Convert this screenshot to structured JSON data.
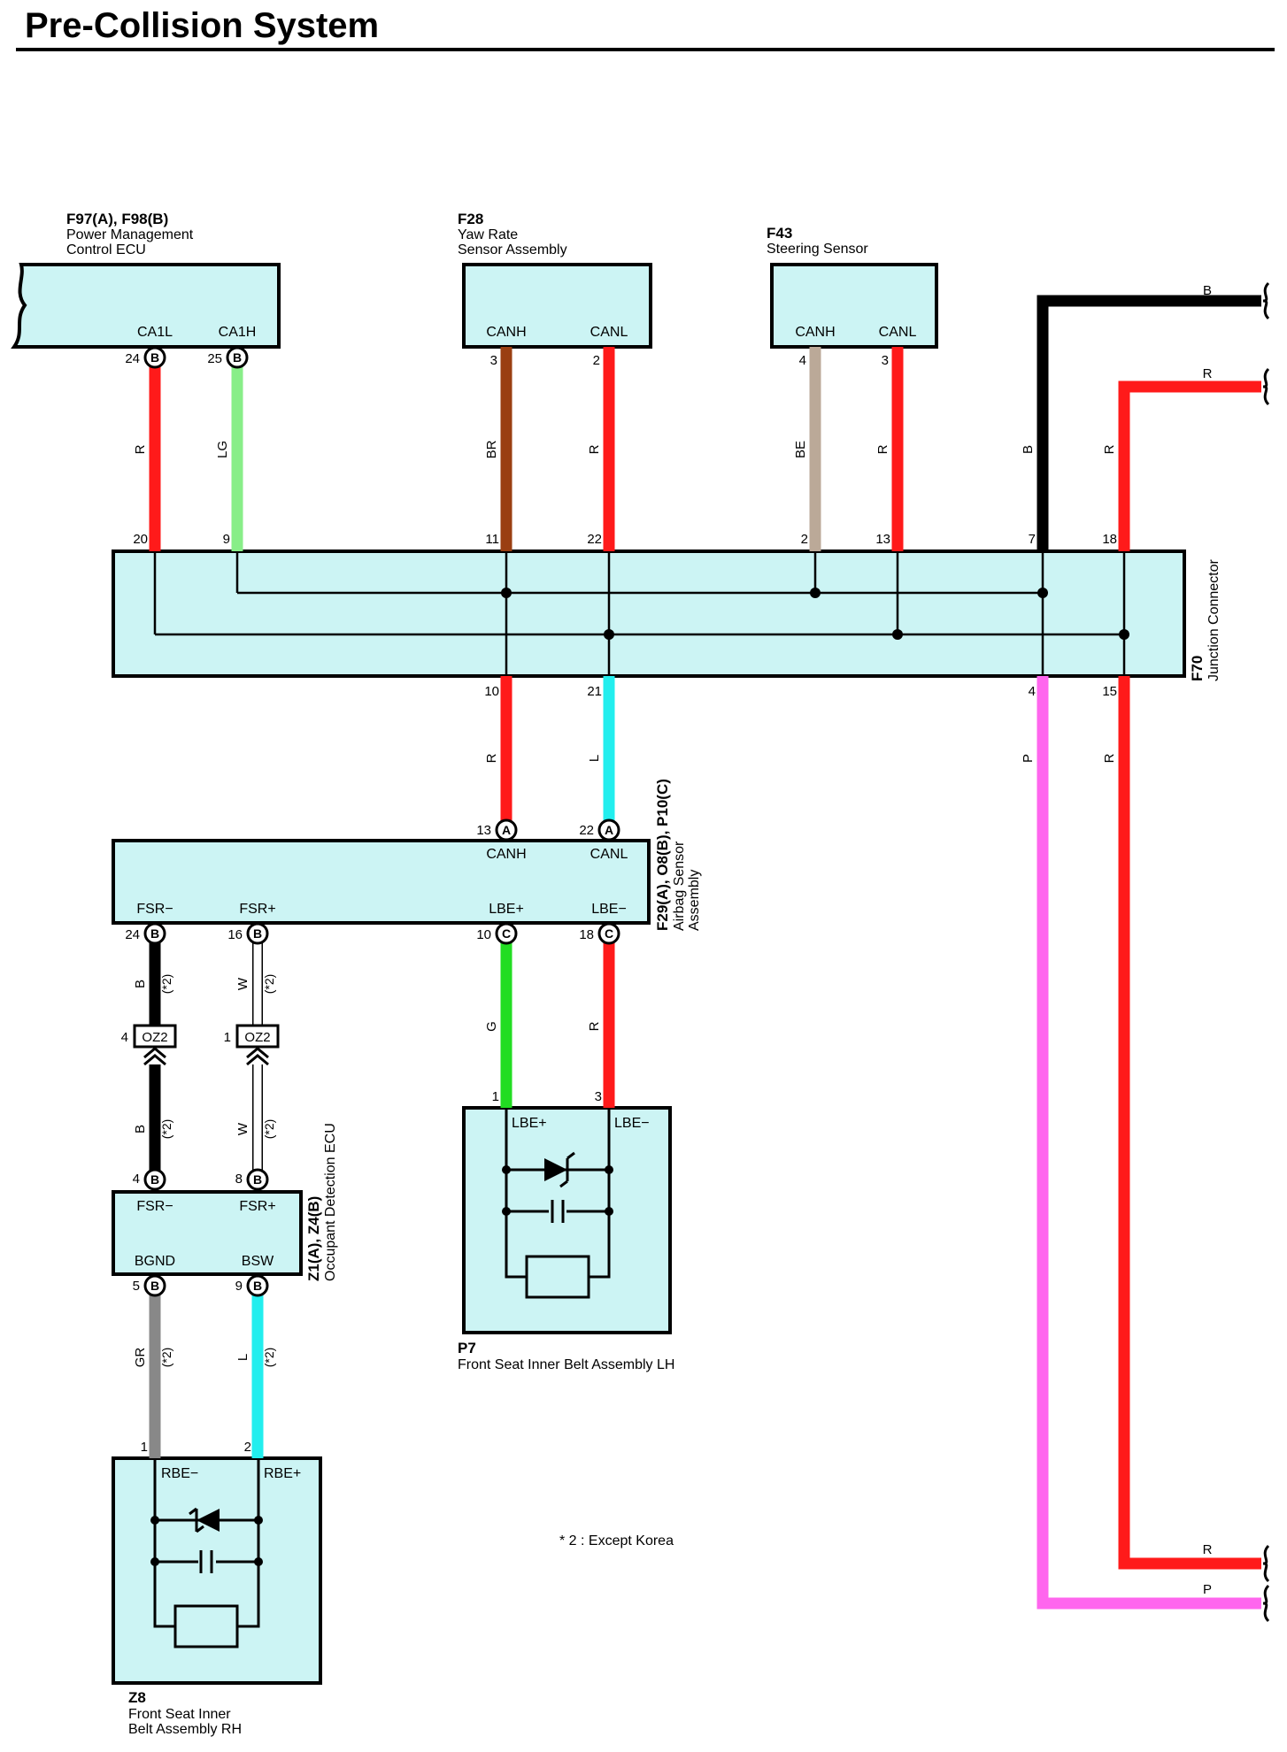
{
  "title": "Pre-Collision System",
  "colors": {
    "box_fill": "#ccf4f4",
    "R": "#ff1a1a",
    "LG": "#88ee88",
    "BR": "#9a3f12",
    "BE": "#bba998",
    "B": "#000000",
    "L": "#22eeee",
    "P": "#ff66ee",
    "G": "#22dd22",
    "W": "#ffffff",
    "GR": "#888888"
  },
  "components": {
    "power_ecu": {
      "code": "F97(A), F98(B)",
      "name_line1": "Power Management",
      "name_line2": "Control ECU",
      "pin_labels": [
        "CA1L",
        "CA1H"
      ]
    },
    "yaw_sensor": {
      "code": "F28",
      "name_line1": "Yaw Rate",
      "name_line2": "Sensor Assembly",
      "pin_labels": [
        "CANH",
        "CANL"
      ]
    },
    "steering_sensor": {
      "code": "F43",
      "name_line1": "Steering Sensor",
      "pin_labels": [
        "CANH",
        "CANL"
      ]
    },
    "junction_connector": {
      "code": "F70",
      "name": "Junction Connector"
    },
    "airbag_sensor": {
      "code": "F29(A), O8(B), P10(C)",
      "name_line1": "Airbag Sensor",
      "name_line2": "Assembly",
      "pin_labels": [
        "CANH",
        "CANL",
        "FSR−",
        "FSR+",
        "LBE+",
        "LBE−"
      ]
    },
    "occupant_ecu": {
      "code": "Z1(A), Z4(B)",
      "name": "Occupant Detection ECU",
      "pin_labels": [
        "FSR−",
        "FSR+",
        "BGND",
        "BSW"
      ]
    },
    "belt_lh": {
      "code": "P7",
      "name": "Front Seat Inner Belt Assembly LH",
      "pin_labels": [
        "LBE+",
        "LBE−"
      ]
    },
    "belt_rh": {
      "code": "Z8",
      "name_line1": "Front Seat Inner",
      "name_line2": "Belt Assembly RH",
      "pin_labels": [
        "RBE−",
        "RBE+"
      ]
    }
  },
  "connectors": {
    "oz2": "OZ2"
  },
  "plug_letters": {
    "A": "A",
    "B": "B",
    "C": "C"
  },
  "pins": {
    "ecu": [
      "24",
      "25"
    ],
    "yaw": [
      "3",
      "2"
    ],
    "steer": [
      "4",
      "3"
    ],
    "jc_top": [
      "20",
      "9",
      "11",
      "22",
      "2",
      "13",
      "7",
      "18"
    ],
    "jc_bottom": [
      "10",
      "21",
      "4",
      "15"
    ],
    "airbag_top": [
      "13",
      "22"
    ],
    "airbag_bottom": [
      "24",
      "16",
      "10",
      "18"
    ],
    "oz2": [
      "4",
      "1"
    ],
    "occ_top": [
      "4",
      "8"
    ],
    "occ_bottom": [
      "5",
      "9"
    ],
    "lh": [
      "1",
      "3"
    ],
    "rh": [
      "1",
      "2"
    ]
  },
  "wire_labels": {
    "ecu": [
      "R",
      "LG"
    ],
    "yaw": [
      "BR",
      "R"
    ],
    "steer": [
      "BE",
      "R"
    ],
    "right": [
      "B",
      "R"
    ],
    "right_ends": [
      "B",
      "R",
      "R",
      "P"
    ],
    "jc_out": [
      "R",
      "L",
      "P",
      "R"
    ],
    "airbag_out": [
      "B",
      "W",
      "G",
      "R"
    ],
    "oz2_out": [
      "B",
      "W"
    ],
    "occ_out": [
      "GR",
      "L"
    ]
  },
  "except_mark": "(*2)",
  "note": "* 2 : Except Korea"
}
